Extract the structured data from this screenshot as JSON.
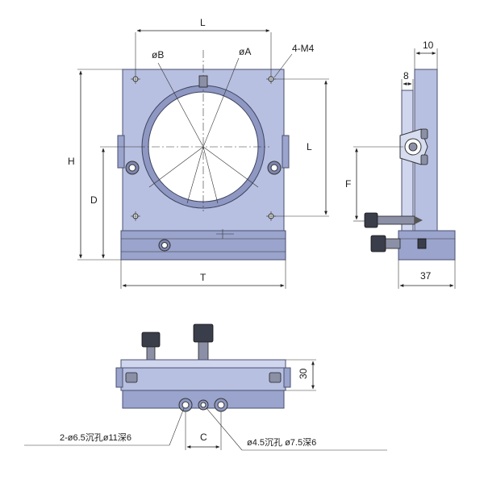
{
  "labels": {
    "L_top": "L",
    "phiB": "øB",
    "phiA": "øA",
    "four_m4": "4-M4",
    "ten": "10",
    "eight": "8",
    "H": "H",
    "D": "D",
    "L_right": "L",
    "F": "F",
    "T": "T",
    "thirty_seven": "37",
    "thirty": "30",
    "C": "C",
    "counterbore_left": "2-ø6.5沉孔ø11深6",
    "counterbore_right": "ø4.5沉孔 ø7.5深6"
  }
}
